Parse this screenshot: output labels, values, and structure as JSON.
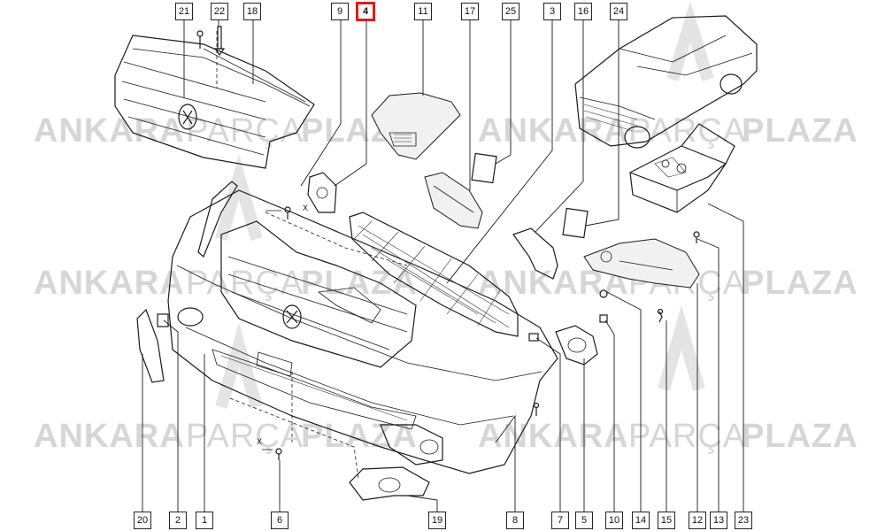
{
  "watermark": {
    "brand_a": "ANKARA",
    "brand_b": "PARÇA",
    "brand_c": "PLAZA"
  },
  "dimension_marks": {
    "x_top": "X",
    "x_bottom": "X"
  },
  "callouts": [
    {
      "id": "c21",
      "number": "21",
      "highlighted": false
    },
    {
      "id": "c22",
      "number": "22",
      "highlighted": false
    },
    {
      "id": "c18",
      "number": "18",
      "highlighted": false
    },
    {
      "id": "c9",
      "number": "9",
      "highlighted": false
    },
    {
      "id": "c4",
      "number": "4",
      "highlighted": true
    },
    {
      "id": "c11",
      "number": "11",
      "highlighted": false
    },
    {
      "id": "c17",
      "number": "17",
      "highlighted": false
    },
    {
      "id": "c25",
      "number": "25",
      "highlighted": false
    },
    {
      "id": "c3",
      "number": "3",
      "highlighted": false
    },
    {
      "id": "c16",
      "number": "16",
      "highlighted": false
    },
    {
      "id": "c24",
      "number": "24",
      "highlighted": false
    },
    {
      "id": "c20",
      "number": "20",
      "highlighted": false
    },
    {
      "id": "c2",
      "number": "2",
      "highlighted": false
    },
    {
      "id": "c1",
      "number": "1",
      "highlighted": false
    },
    {
      "id": "c6",
      "number": "6",
      "highlighted": false
    },
    {
      "id": "c19",
      "number": "19",
      "highlighted": false
    },
    {
      "id": "c8",
      "number": "8",
      "highlighted": false
    },
    {
      "id": "c7",
      "number": "7",
      "highlighted": false
    },
    {
      "id": "c5",
      "number": "5",
      "highlighted": false
    },
    {
      "id": "c10",
      "number": "10",
      "highlighted": false
    },
    {
      "id": "c14",
      "number": "14",
      "highlighted": false
    },
    {
      "id": "c15",
      "number": "15",
      "highlighted": false
    },
    {
      "id": "c12",
      "number": "12",
      "highlighted": false
    },
    {
      "id": "c13",
      "number": "13",
      "highlighted": false
    },
    {
      "id": "c23",
      "number": "23",
      "highlighted": false
    }
  ],
  "colors": {
    "highlight": "#e01b1b",
    "line": "#1a1a1a",
    "watermark": "#d6d6d6"
  }
}
